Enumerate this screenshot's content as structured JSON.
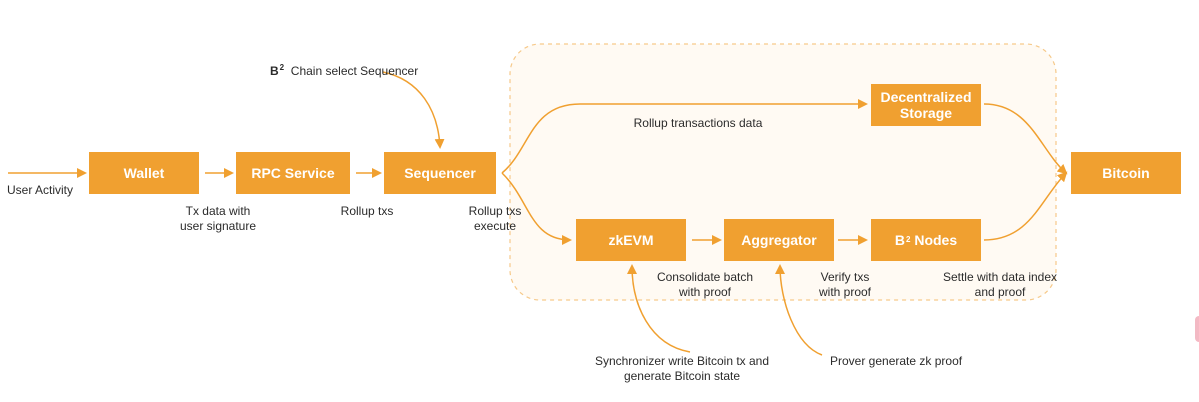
{
  "colors": {
    "accent": "#f0a030",
    "arrow": "#f0a030",
    "region_border": "#f6c98a",
    "region_fill": "#fffaf3",
    "text": "#2b2b2b"
  },
  "nodes": {
    "wallet": "Wallet",
    "rpc_service": "RPC Service",
    "sequencer": "Sequencer",
    "decentralized_storage": "Decentralized\nStorage",
    "bitcoin": "Bitcoin",
    "zkevm": "zkEVM",
    "aggregator": "Aggregator",
    "b2_nodes_prefix": "B",
    "b2_nodes_sup": "2",
    "b2_nodes_suffix": " Nodes"
  },
  "labels": {
    "user_activity": "User Activity",
    "tx_data": "Tx data with\nuser signature",
    "rollup_txs": "Rollup txs",
    "rollup_txs_execute": "Rollup txs\nexecute",
    "rollup_transactions_data": "Rollup transactions data",
    "consolidate_batch": "Consolidate batch\nwith proof",
    "verify_txs": "Verify txs\nwith proof",
    "settle": "Settle with data index\nand proof",
    "chain_select_prefix": "B",
    "chain_select_sup": "2",
    "chain_select_suffix": "Chain select Sequencer",
    "synchronizer": "Synchronizer write Bitcoin tx and\ngenerate Bitcoin state",
    "prover": "Prover generate zk proof"
  }
}
